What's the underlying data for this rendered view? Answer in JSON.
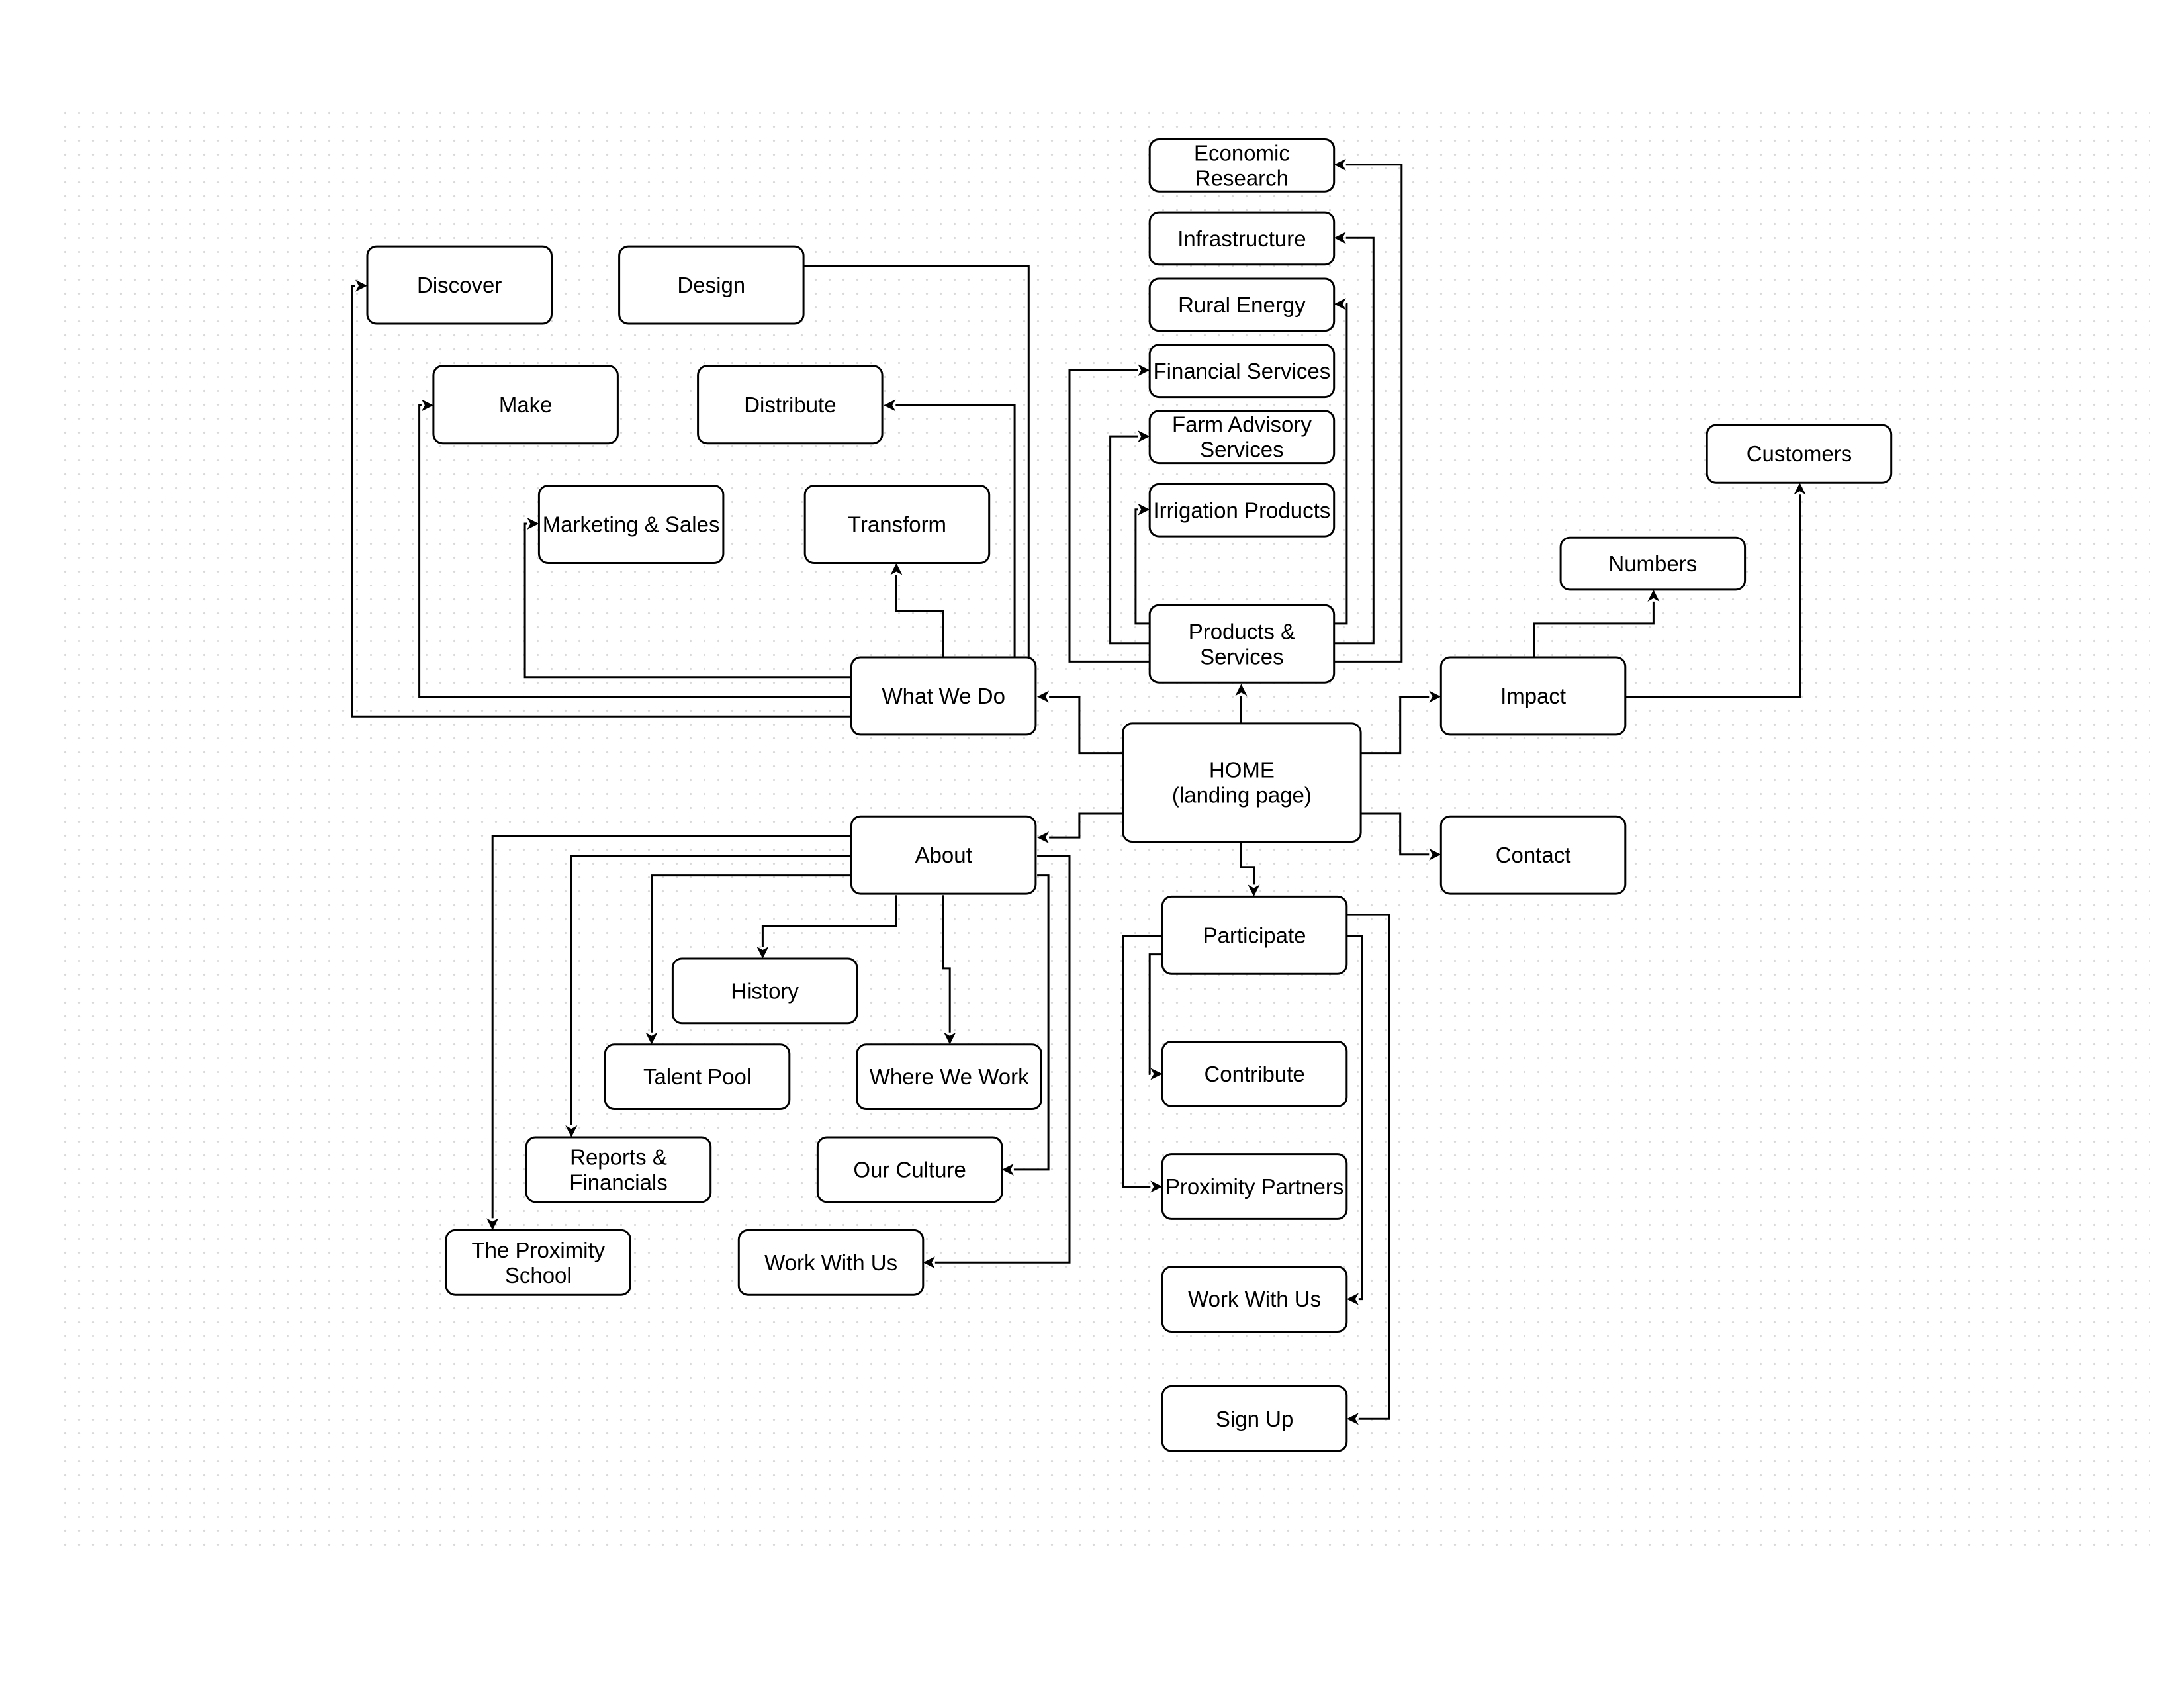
{
  "nodes": {
    "home": [
      "HOME",
      "(landing page)"
    ],
    "what_we_do": [
      "What We Do"
    ],
    "discover": [
      "Discover"
    ],
    "design": [
      "Design"
    ],
    "make": [
      "Make"
    ],
    "distribute": [
      "Distribute"
    ],
    "marketing_sales": [
      "Marketing & Sales"
    ],
    "transform": [
      "Transform"
    ],
    "products_services": [
      "Products &",
      "Services"
    ],
    "economic_research": [
      "Economic",
      "Research"
    ],
    "infrastructure": [
      "Infrastructure"
    ],
    "rural_energy": [
      "Rural Energy"
    ],
    "financial_services": [
      "Financial Services"
    ],
    "farm_advisory": [
      "Farm Advisory",
      "Services"
    ],
    "irrigation_products": [
      "Irrigation Products"
    ],
    "impact": [
      "Impact"
    ],
    "numbers": [
      "Numbers"
    ],
    "customers": [
      "Customers"
    ],
    "contact": [
      "Contact"
    ],
    "about": [
      "About"
    ],
    "history": [
      "History"
    ],
    "talent_pool": [
      "Talent Pool"
    ],
    "where_we_work": [
      "Where We Work"
    ],
    "reports_financials": [
      "Reports &",
      "Financials"
    ],
    "our_culture": [
      "Our Culture"
    ],
    "proximity_school": [
      "The Proximity",
      "School"
    ],
    "work_with_us_about": [
      "Work With Us"
    ],
    "participate": [
      "Participate"
    ],
    "contribute": [
      "Contribute"
    ],
    "proximity_partners": [
      "Proximity Partners"
    ],
    "work_with_us_participate": [
      "Work With Us"
    ],
    "sign_up": [
      "Sign Up"
    ]
  },
  "edges": [
    [
      "home",
      "what_we_do"
    ],
    [
      "home",
      "products_services"
    ],
    [
      "home",
      "impact"
    ],
    [
      "home",
      "contact"
    ],
    [
      "home",
      "about"
    ],
    [
      "home",
      "participate"
    ],
    [
      "what_we_do",
      "discover"
    ],
    [
      "what_we_do",
      "design"
    ],
    [
      "what_we_do",
      "make"
    ],
    [
      "what_we_do",
      "distribute"
    ],
    [
      "what_we_do",
      "marketing_sales"
    ],
    [
      "what_we_do",
      "transform"
    ],
    [
      "products_services",
      "economic_research"
    ],
    [
      "products_services",
      "infrastructure"
    ],
    [
      "products_services",
      "rural_energy"
    ],
    [
      "products_services",
      "financial_services"
    ],
    [
      "products_services",
      "farm_advisory"
    ],
    [
      "products_services",
      "irrigation_products"
    ],
    [
      "impact",
      "numbers"
    ],
    [
      "impact",
      "customers"
    ],
    [
      "about",
      "history"
    ],
    [
      "about",
      "talent_pool"
    ],
    [
      "about",
      "where_we_work"
    ],
    [
      "about",
      "reports_financials"
    ],
    [
      "about",
      "our_culture"
    ],
    [
      "about",
      "proximity_school"
    ],
    [
      "about",
      "work_with_us_about"
    ],
    [
      "participate",
      "contribute"
    ],
    [
      "participate",
      "proximity_partners"
    ],
    [
      "participate",
      "work_with_us_participate"
    ],
    [
      "participate",
      "sign_up"
    ]
  ]
}
